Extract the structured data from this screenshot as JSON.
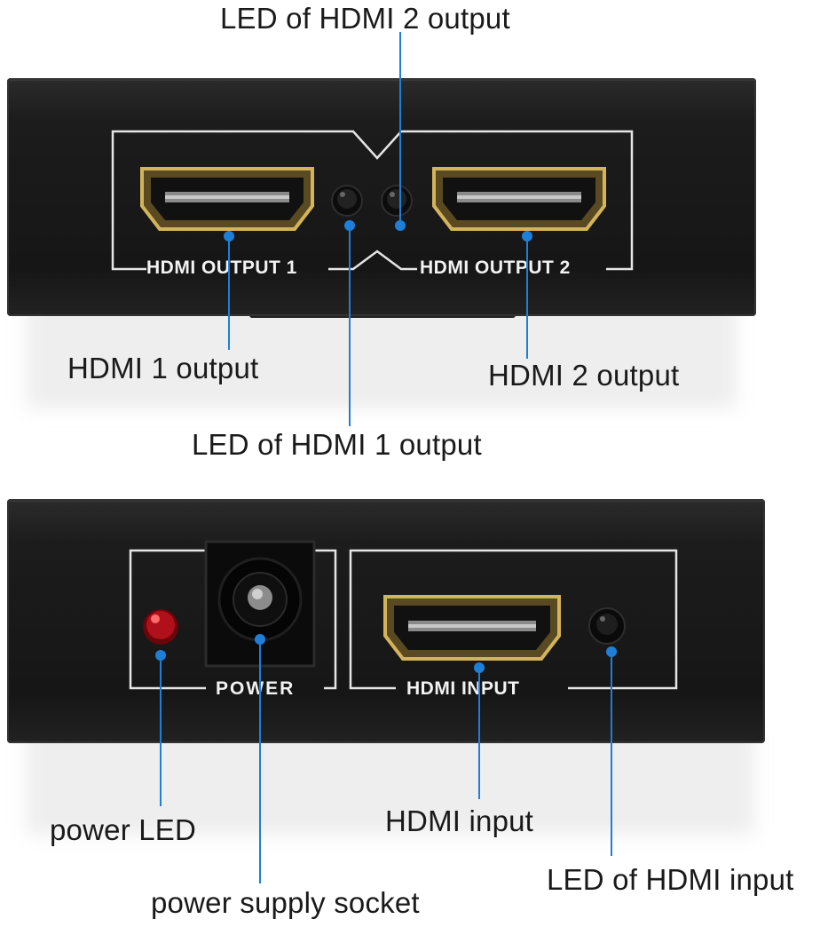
{
  "callouts": {
    "led_hdmi2_output": "LED of HDMI 2 output",
    "hdmi1_output": "HDMI 1 output",
    "hdmi2_output": "HDMI 2 output",
    "led_hdmi1_output": "LED of HDMI 1 output",
    "power_led": "power LED",
    "hdmi_input": "HDMI input",
    "led_hdmi_input": "LED of HDMI input",
    "power_supply_socket": "power supply socket"
  },
  "panel_labels": {
    "hdmi_output_1": "HDMI OUTPUT 1",
    "hdmi_output_2": "HDMI OUTPUT 2",
    "power": "POWER",
    "hdmi_input": "HDMI INPUT"
  },
  "colors": {
    "device_body": "#1c1c1c",
    "panel_outline": "#e8e8e8",
    "connector_gold": "#c9a74a",
    "leader_line": "#1e7fd8",
    "power_led": "#b0101a"
  }
}
